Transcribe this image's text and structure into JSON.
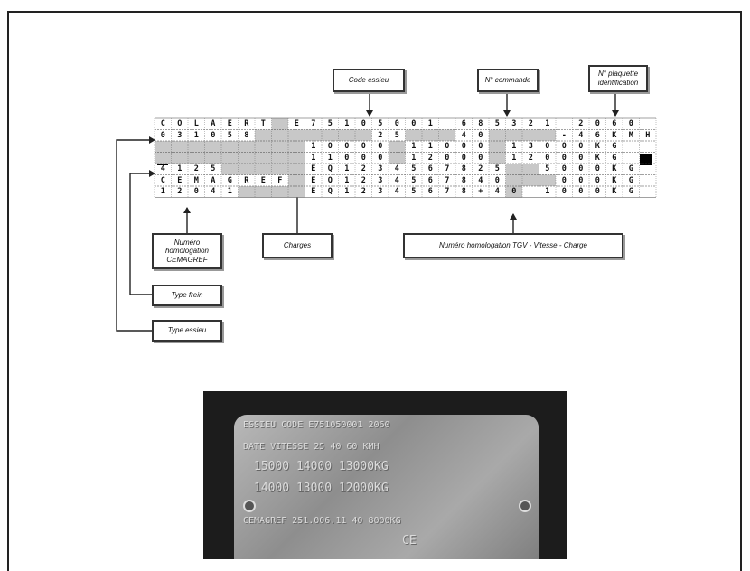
{
  "callouts": {
    "code_essieu": "Code essieu",
    "n_commande": "N° commande",
    "n_plaquette": "N° plaquette identification",
    "numero_cemagref": "Numéro homologation CEMAGREF",
    "charges": "Charges",
    "numero_tgv": "Numéro homologation TGV - Vitesse - Charge",
    "type_frein": "Type frein",
    "type_essieu": "Type essieu"
  },
  "plate_rows": [
    {
      "cells": [
        "C",
        "O",
        "L",
        "A",
        "E",
        "R",
        "T",
        "",
        "E",
        "7",
        "5",
        "1",
        "0",
        "5",
        "0",
        "0",
        "1",
        "",
        "6",
        "8",
        "5",
        "3",
        "2",
        "1",
        "",
        "2",
        "0",
        "6",
        "0"
      ],
      "gray": [
        7
      ]
    },
    {
      "cells": [
        "0",
        "3",
        "1",
        "0",
        "5",
        "8",
        "",
        "",
        "",
        "",
        "",
        "",
        "",
        "2",
        "5",
        "",
        "",
        "",
        "4",
        "0",
        "",
        "",
        "",
        "",
        "-",
        "4",
        "6",
        "K",
        "M",
        "H"
      ],
      "gray": [
        6,
        7,
        8,
        9,
        10,
        11,
        12,
        15,
        16,
        17,
        20,
        21,
        22,
        23
      ]
    },
    {
      "cells": [
        "",
        "",
        "",
        "",
        "",
        "",
        "",
        "",
        "",
        "1",
        "0",
        "0",
        "0",
        "0",
        "",
        "1",
        "1",
        "0",
        "0",
        "0",
        "",
        "1",
        "3",
        "0",
        "0",
        "0",
        "K",
        "G"
      ],
      "gray": [
        0,
        1,
        2,
        3,
        4,
        5,
        6,
        7,
        8,
        14,
        20
      ]
    },
    {
      "cells": [
        "",
        "",
        "",
        "",
        "",
        "",
        "",
        "",
        "",
        "1",
        "1",
        "0",
        "0",
        "0",
        "",
        "1",
        "2",
        "0",
        "0",
        "0",
        "",
        "1",
        "2",
        "0",
        "0",
        "0",
        "K",
        "G"
      ],
      "gray": [
        0,
        1,
        2,
        3,
        4,
        5,
        6,
        7,
        8,
        14,
        20
      ]
    },
    {
      "cells": [
        "4",
        "1",
        "2",
        "5",
        "",
        "",
        "",
        "",
        "",
        "E",
        "Q",
        "1",
        "2",
        "3",
        "4",
        "5",
        "6",
        "7",
        "8",
        "2",
        "5",
        "",
        "",
        "5",
        "0",
        "0",
        "0",
        "K",
        "G"
      ],
      "gray": [
        4,
        5,
        6,
        7,
        8,
        21,
        22
      ]
    },
    {
      "cells": [
        "C",
        "E",
        "M",
        "A",
        "G",
        "R",
        "E",
        "F",
        "",
        "E",
        "Q",
        "1",
        "2",
        "3",
        "4",
        "5",
        "6",
        "7",
        "8",
        "4",
        "0",
        "",
        "",
        "",
        "0",
        "0",
        "0",
        "K",
        "G"
      ],
      "gray": [
        8,
        21,
        22,
        23
      ]
    },
    {
      "cells": [
        "1",
        "2",
        "0",
        "4",
        "1",
        "",
        "",
        "",
        "",
        "E",
        "Q",
        "1",
        "2",
        "3",
        "4",
        "5",
        "6",
        "7",
        "8",
        "+",
        "4",
        "0",
        "",
        "1",
        "0",
        "0",
        "0",
        "K",
        "G"
      ],
      "gray": [
        5,
        6,
        7,
        8,
        21
      ]
    }
  ],
  "plate_photo": {
    "lines": [
      "ESSIEU CODE     E751050001    2060",
      "DATE  VITESSE    25     40     60   KMH",
      "                15000  14000  13000KG",
      "                14000  13000  12000KG",
      "CEMAGREF  251.006.11  40  8000KG",
      "CE"
    ]
  }
}
